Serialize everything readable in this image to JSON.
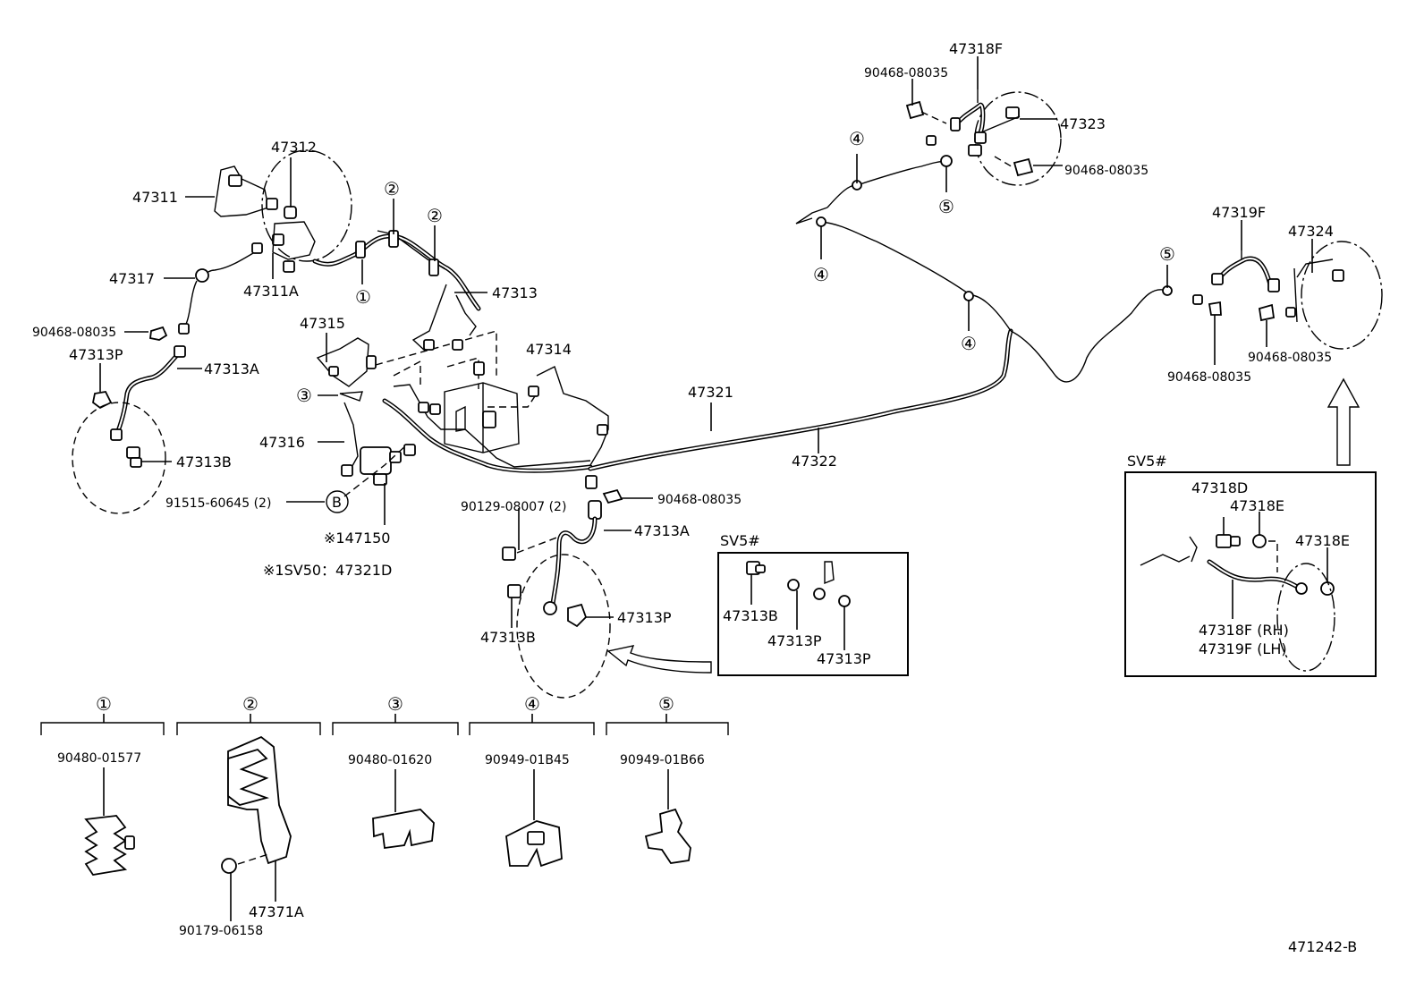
{
  "diagram_id": "471242-B",
  "labels": {
    "l_47312": "47312",
    "l_47311": "47311",
    "l_47317": "47317",
    "l_47311A": "47311A",
    "l_90468_a": "90468-08035",
    "l_47313P_a": "47313P",
    "l_47313A_a": "47313A",
    "l_47313B_a": "47313B",
    "l_47313": "47313",
    "l_47315": "47315",
    "l_47314": "47314",
    "l_47316": "47316",
    "l_91515": "91515-60645 (2)",
    "l_B": "B",
    "l_147150": "※147150",
    "l_note": "※1SV50：47321D",
    "l_47321": "47321",
    "l_47322": "47322",
    "l_90129": "90129-08007 (2)",
    "l_90468_b": "90468-08035",
    "l_47313A_b": "47313A",
    "l_47313B_b": "47313B",
    "l_47313P_b": "47313P",
    "l_47318F": "47318F",
    "l_90468_c": "90468-08035",
    "l_47323": "47323",
    "l_90468_d": "90468-08035",
    "l_47319F": "47319F",
    "l_47324": "47324",
    "l_90468_e": "90468-08035",
    "l_90468_f": "90468-08035"
  },
  "callouts": {
    "c1": "①",
    "c2a": "②",
    "c2b": "②",
    "c3": "③",
    "c4a": "④",
    "c4b": "④",
    "c4c": "④",
    "c5a": "⑤",
    "c5b": "⑤"
  },
  "sv5_mid": {
    "title": "SV5#",
    "l_47313B": "47313B",
    "l_47313P_1": "47313P",
    "l_47313P_2": "47313P"
  },
  "sv5_right": {
    "title": "SV5#",
    "l_47318D": "47318D",
    "l_47318E_1": "47318E",
    "l_47318E_2": "47318E",
    "l_47318F_rh": "47318F (RH)",
    "l_47319F_lh": "47319F (LH)"
  },
  "legend": [
    {
      "num": "①",
      "part": "90480-01577"
    },
    {
      "num": "②",
      "part": "",
      "sub_bolt": "90179-06158",
      "sub_bracket": "47371A"
    },
    {
      "num": "③",
      "part": "90480-01620"
    },
    {
      "num": "④",
      "part": "90949-01B45"
    },
    {
      "num": "⑤",
      "part": "90949-01B66"
    }
  ]
}
